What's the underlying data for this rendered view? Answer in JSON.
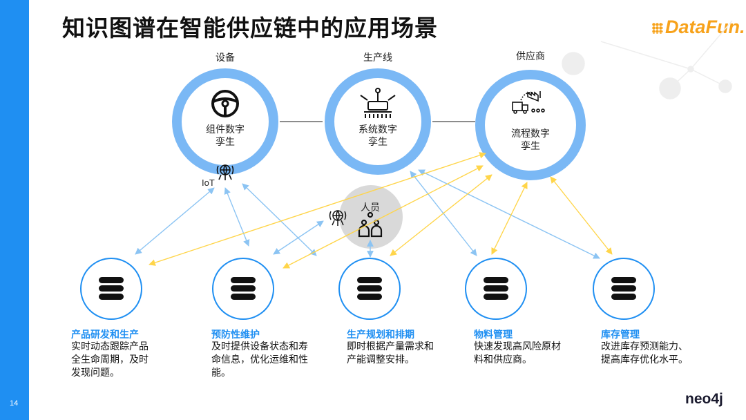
{
  "page": {
    "number": "14",
    "title": "知识图谱在智能供应链中的应用场景"
  },
  "logos": {
    "datafun": "DataFun.",
    "neo4j": "neo4j"
  },
  "colors": {
    "accent_blue": "#1f8ff2",
    "ring_blue": "#7ab8f5",
    "arrow_yellow": "#ffd54a",
    "arrow_blue": "#8cc4f3",
    "hub_gray": "#d9d9d9"
  },
  "rings": [
    {
      "label": "设备",
      "text1": "组件数字",
      "text2": "孪生",
      "icon": "steering-wheel-icon"
    },
    {
      "label": "生产线",
      "text1": "系统数字",
      "text2": "孪生",
      "icon": "production-line-icon"
    },
    {
      "label": "供应商",
      "text1": "流程数字",
      "text2": "孪生",
      "icon": "supply-chain-icon"
    }
  ],
  "iot": {
    "label": "IoT",
    "icon": "iot-sensor-icon"
  },
  "people": {
    "label": "人员",
    "icon": "people-group-icon"
  },
  "scenarios": [
    {
      "title": "产品研发和生产",
      "lines": [
        "实时动态跟踪产品",
        "全生命周期，及时",
        "发现问题。"
      ],
      "icon": "database-icon"
    },
    {
      "title": "预防性维护",
      "lines": [
        "及时提供设备状态和寿",
        "命信息，优化运维和性",
        "能。"
      ],
      "icon": "database-icon"
    },
    {
      "title": "生产规划和排期",
      "lines": [
        "即时根据产量需求和",
        "产能调整安排。"
      ],
      "icon": "database-icon"
    },
    {
      "title": "物料管理",
      "lines": [
        "快速发现高风险原材",
        "料和供应商。"
      ],
      "icon": "database-icon"
    },
    {
      "title": "库存管理",
      "lines": [
        "改进库存预测能力、",
        "提高库存优化水平。"
      ],
      "icon": "database-icon"
    }
  ]
}
